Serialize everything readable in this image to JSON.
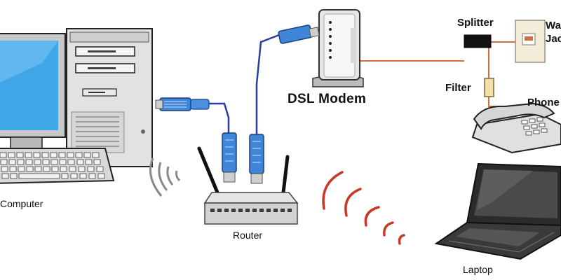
{
  "labels": {
    "computer": "Computer",
    "router": "Router",
    "dsl_modem": "DSL Modem",
    "splitter": "Splitter",
    "wall_jack_line1": "Wa",
    "wall_jack_line2": "Jac",
    "filter": "Filter",
    "phone": "Phone",
    "laptop": "Laptop"
  },
  "icons": {
    "computer": "desktop-computer-icon",
    "router": "wireless-router-icon",
    "modem": "dsl-modem-icon",
    "splitter": "splitter-icon",
    "wall_jack": "wall-jack-icon",
    "filter": "filter-icon",
    "phone": "telephone-icon",
    "laptop": "laptop-icon"
  },
  "colors": {
    "ethernet_cable": "#2a3ea0",
    "rj45_plug": "#3f86d8",
    "phone_cable": "#d07040",
    "wifi_waves_laptop": "#c83a28",
    "wifi_waves_computer": "#888888",
    "monitor_screen": "#3fa6e8"
  }
}
